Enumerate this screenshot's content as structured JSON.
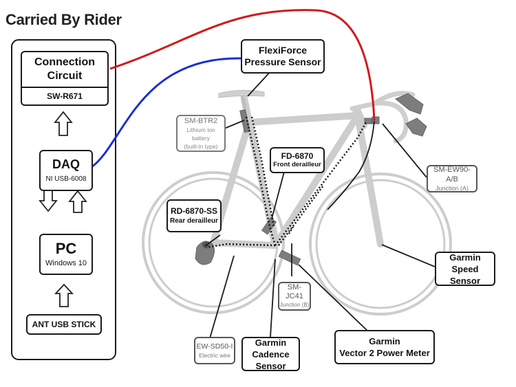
{
  "title": "Carried By Rider",
  "rider_panel": {
    "connection_circuit": "Connection Circuit",
    "connection_model": "SW-R671",
    "daq": "DAQ",
    "daq_model": "NI USB-6008",
    "pc": "PC",
    "pc_os": "Windows 10",
    "ant": "ANT USB STICK"
  },
  "labels": {
    "flexiforce": "FlexiForce Pressure Sensor",
    "sm_btr2": "SM-BTR2",
    "sm_btr2_sub1": "Lithium ion battery",
    "sm_btr2_sub2": "(built-in type)",
    "fd6870": "FD-6870",
    "fd6870_sub": "Front derailleur",
    "rd6870": "RD-6870-SS",
    "rd6870_sub": "Rear derailleur",
    "sm_ew90": "SM-EW90-A/B",
    "sm_ew90_sub": "Junction (A)",
    "garmin_speed_1": "Garmin",
    "garmin_speed_2": "Speed Sensor",
    "sm_jc41": "SM-JC41",
    "sm_jc41_sub": "Junction (B)",
    "ew_sd50": "EW-SD50-I",
    "ew_sd50_sub": "Electric wire",
    "garmin_cadence_1": "Garmin",
    "garmin_cadence_2": "Cadence Sensor",
    "garmin_vector_1": "Garmin",
    "garmin_vector_2": "Vector 2 Power Meter"
  },
  "colors": {
    "red_wire": "#d11a1a",
    "blue_wire": "#1a2fd1",
    "bike_outline": "#c8c8c8",
    "component_gray": "#808080"
  }
}
